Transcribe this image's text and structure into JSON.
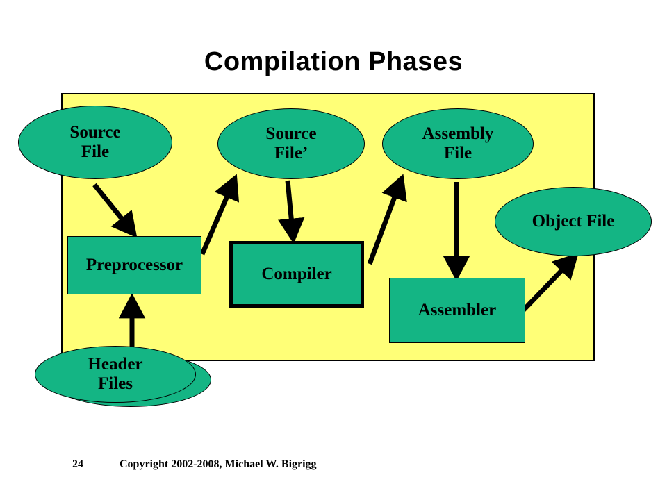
{
  "slide": {
    "title": "Compilation Phases",
    "background_color": "#ffffff",
    "panel_color": "#ffff77",
    "node_color": "#14b584",
    "outline_color": "#000000"
  },
  "nodes": {
    "source_file": {
      "label": "Source\nFile",
      "shape": "ellipse"
    },
    "source_file_prime": {
      "label": "Source\nFile’",
      "shape": "ellipse"
    },
    "assembly_file": {
      "label": "Assembly\nFile",
      "shape": "ellipse"
    },
    "object_file": {
      "label": "Object File",
      "shape": "ellipse"
    },
    "header_files": {
      "label": "Header\nFiles",
      "shape": "ellipse-stack"
    },
    "preprocessor": {
      "label": "Preprocessor",
      "shape": "rect"
    },
    "compiler": {
      "label": "Compiler",
      "shape": "rect-thick"
    },
    "assembler": {
      "label": "Assembler",
      "shape": "rect"
    }
  },
  "arrows": [
    {
      "name": "source-file-to-preprocessor",
      "from": "source_file",
      "to": "preprocessor"
    },
    {
      "name": "header-files-to-preprocessor",
      "from": "header_files",
      "to": "preprocessor"
    },
    {
      "name": "preprocessor-to-source-file-prime",
      "from": "preprocessor",
      "to": "source_file_prime"
    },
    {
      "name": "source-file-prime-to-compiler",
      "from": "source_file_prime",
      "to": "compiler"
    },
    {
      "name": "compiler-to-assembly-file",
      "from": "compiler",
      "to": "assembly_file"
    },
    {
      "name": "assembly-file-to-assembler",
      "from": "assembly_file",
      "to": "assembler"
    },
    {
      "name": "assembler-to-object-file",
      "from": "assembler",
      "to": "object_file"
    }
  ],
  "footer": {
    "page_number": "24",
    "copyright": "Copyright 2002-2008, Michael W. Bigrigg"
  }
}
